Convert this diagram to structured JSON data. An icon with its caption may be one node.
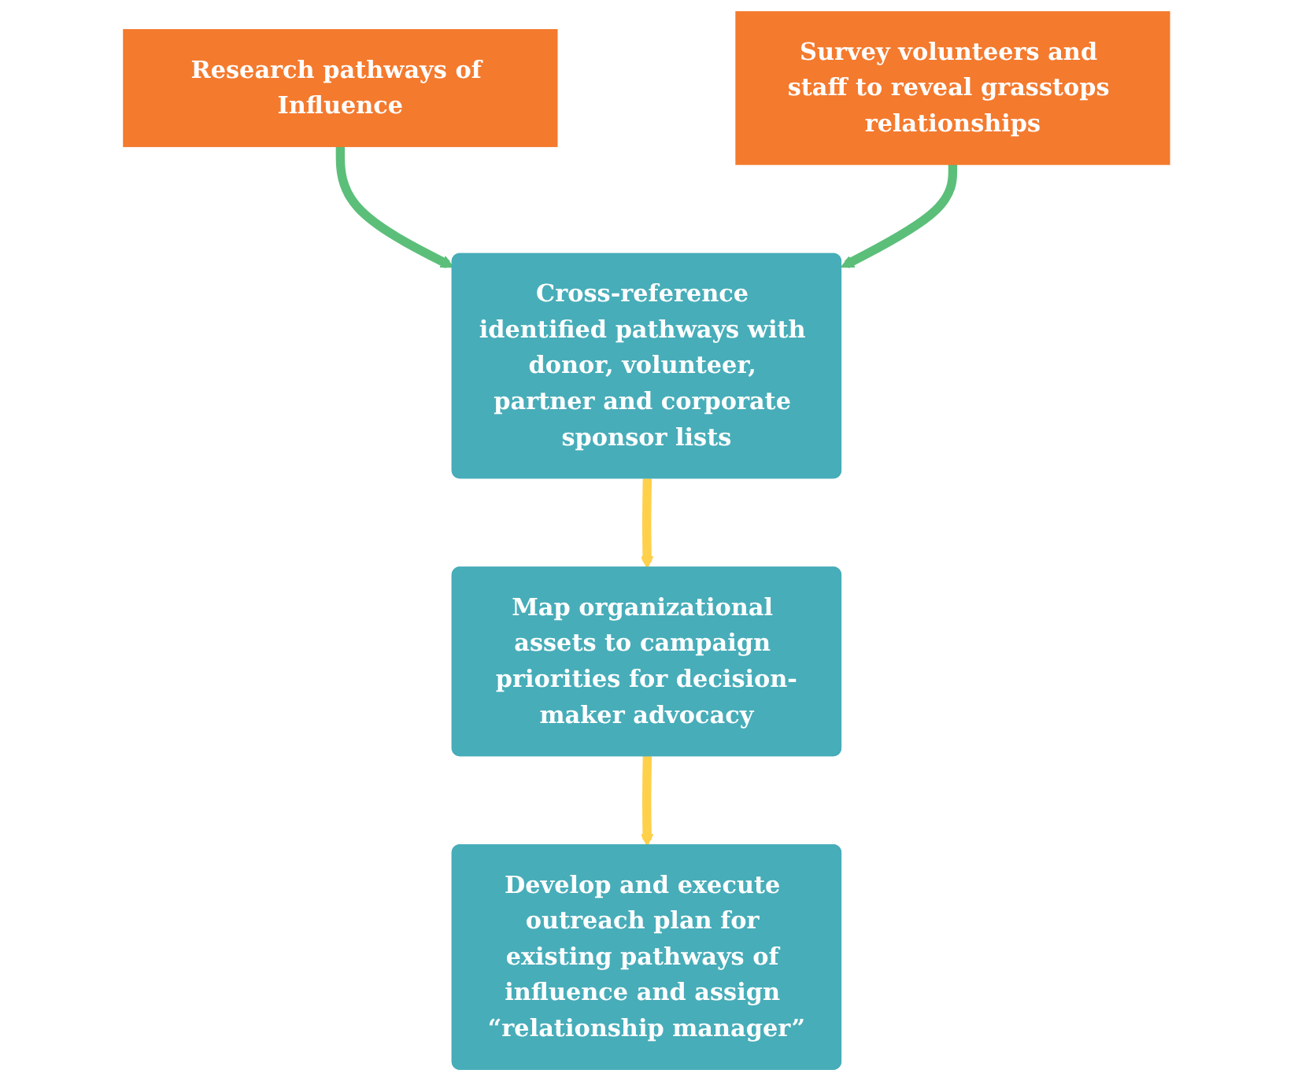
{
  "diagram": {
    "nodes": [
      {
        "text": [
          "Research pathways of Influence"
        ]
      },
      {
        "text": [
          "Survey volunteers and staff to reveal grasstops relationships"
        ]
      },
      {
        "text": [
          "Cross-reference identified pathways with donor, volunteer, partner and corporate sponsor lists"
        ]
      },
      {
        "text": [
          "Map organizational assets to campaign priorities for decision-maker advocacy"
        ]
      },
      {
        "text": [
          "Develop and execute outreach plan for existing pathways of influence and assign “relationship manager”"
        ]
      }
    ],
    "edges": [
      {
        "from": 0,
        "to": 2,
        "arrow": "to",
        "color": "#5bbf7a"
      },
      {
        "from": 1,
        "to": 2,
        "arrow": "to",
        "color": "#5bbf7a"
      },
      {
        "from": 2,
        "to": 3,
        "arrow": "to",
        "color": "#ffd04a"
      },
      {
        "from": 3,
        "to": 4,
        "arrow": "to",
        "color": "#ffd04a"
      }
    ]
  }
}
